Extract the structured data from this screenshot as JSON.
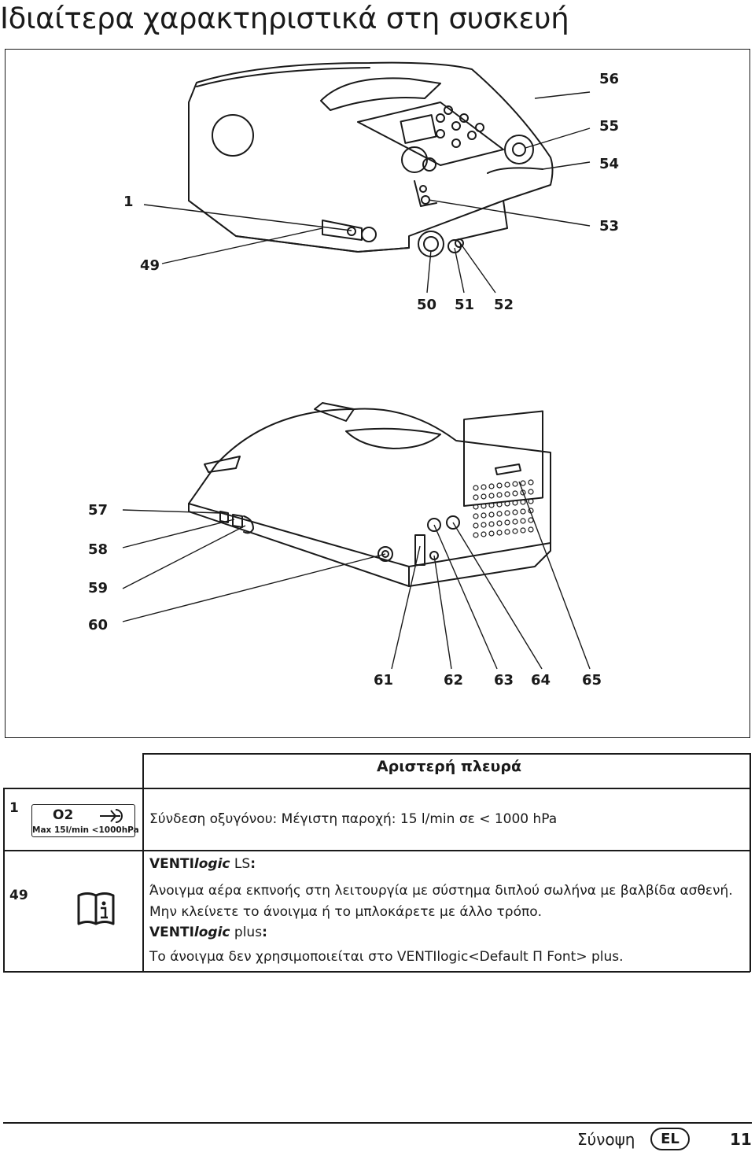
{
  "page_title": "Ιδιαίτερα χαρακτηριστικά στη συσκευή",
  "figure": {
    "callouts_top": [
      "56",
      "55",
      "54",
      "1",
      "53",
      "49",
      "50",
      "51",
      "52"
    ],
    "callouts_bottom": [
      "57",
      "58",
      "59",
      "60",
      "61",
      "62",
      "63",
      "64",
      "65"
    ]
  },
  "table": {
    "caption": "Αριστερή πλευρά",
    "rows": [
      {
        "num": "1",
        "icon_label": "O2",
        "icon_sublabel": "Max 15l/min <1000hPa",
        "icon_name": "oxygen-inlet-icon",
        "text": "Σύνδεση οξυγόνου: Μέγιστη παροχή: 15 l/min σε < 1000 hPa"
      },
      {
        "num": "49",
        "icon_name": "instruction-manual-icon",
        "ls_brand_a": "VENTI",
        "ls_brand_b": "logic",
        "ls_model": "LS",
        "ls_colon": ":",
        "line1": "Άνοιγμα αέρα εκπνοής στη λειτουργία με σύστημα διπλού σωλήνα με βαλβίδα ασθενή.",
        "line2": "Μην κλείνετε το άνοιγμα ή το μπλοκάρετε με άλλο τρόπο.",
        "plus_brand_a": "VENTI",
        "plus_brand_b": "logic",
        "plus_model": "plus",
        "plus_colon": ":",
        "line3": "Το άνοιγμα δεν χρησιμοποιείται στο VENTIlogic<Default Π Font> plus."
      }
    ]
  },
  "footer": {
    "section": "Σύνοψη",
    "language": "EL",
    "page_number": "11"
  }
}
